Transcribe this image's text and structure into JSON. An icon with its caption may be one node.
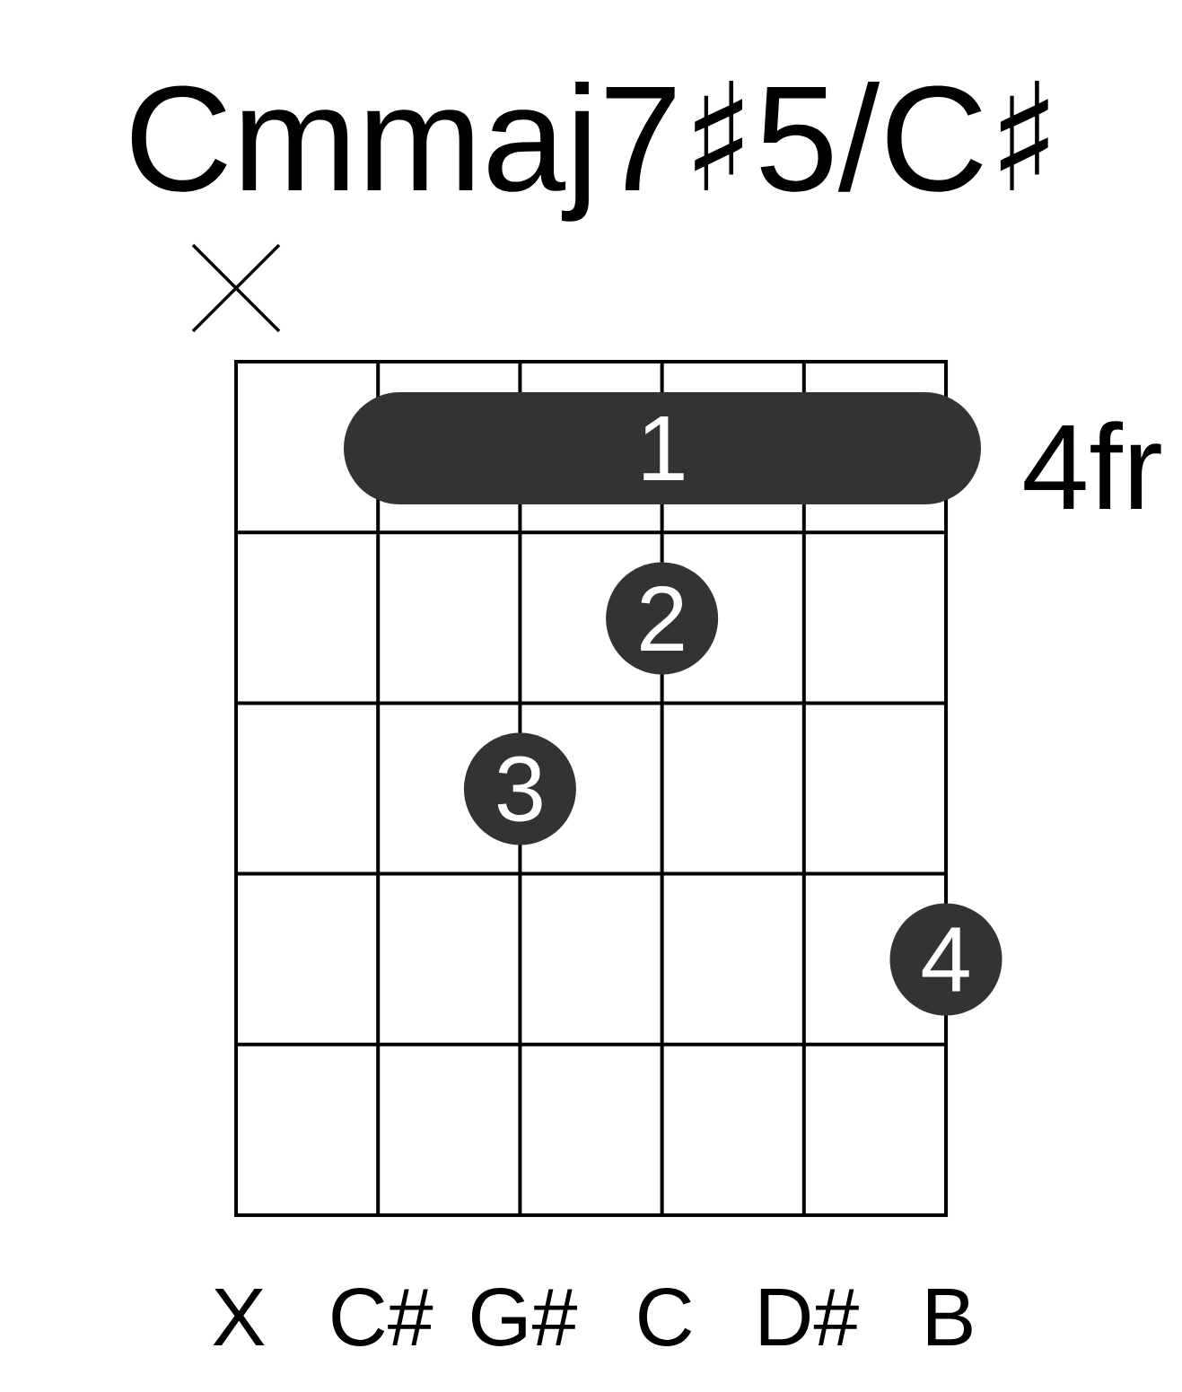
{
  "diagram": {
    "title": "Cmmaj7♯5/C♯",
    "nodes": [
      {
        "text": [
          "1"
        ]
      },
      {
        "text": [
          "2"
        ]
      },
      {
        "text": [
          "3"
        ]
      },
      {
        "text": [
          "4"
        ]
      }
    ],
    "labels": [
      "4fr",
      "X",
      "C#",
      "G#",
      "C",
      "D#",
      "B"
    ]
  }
}
